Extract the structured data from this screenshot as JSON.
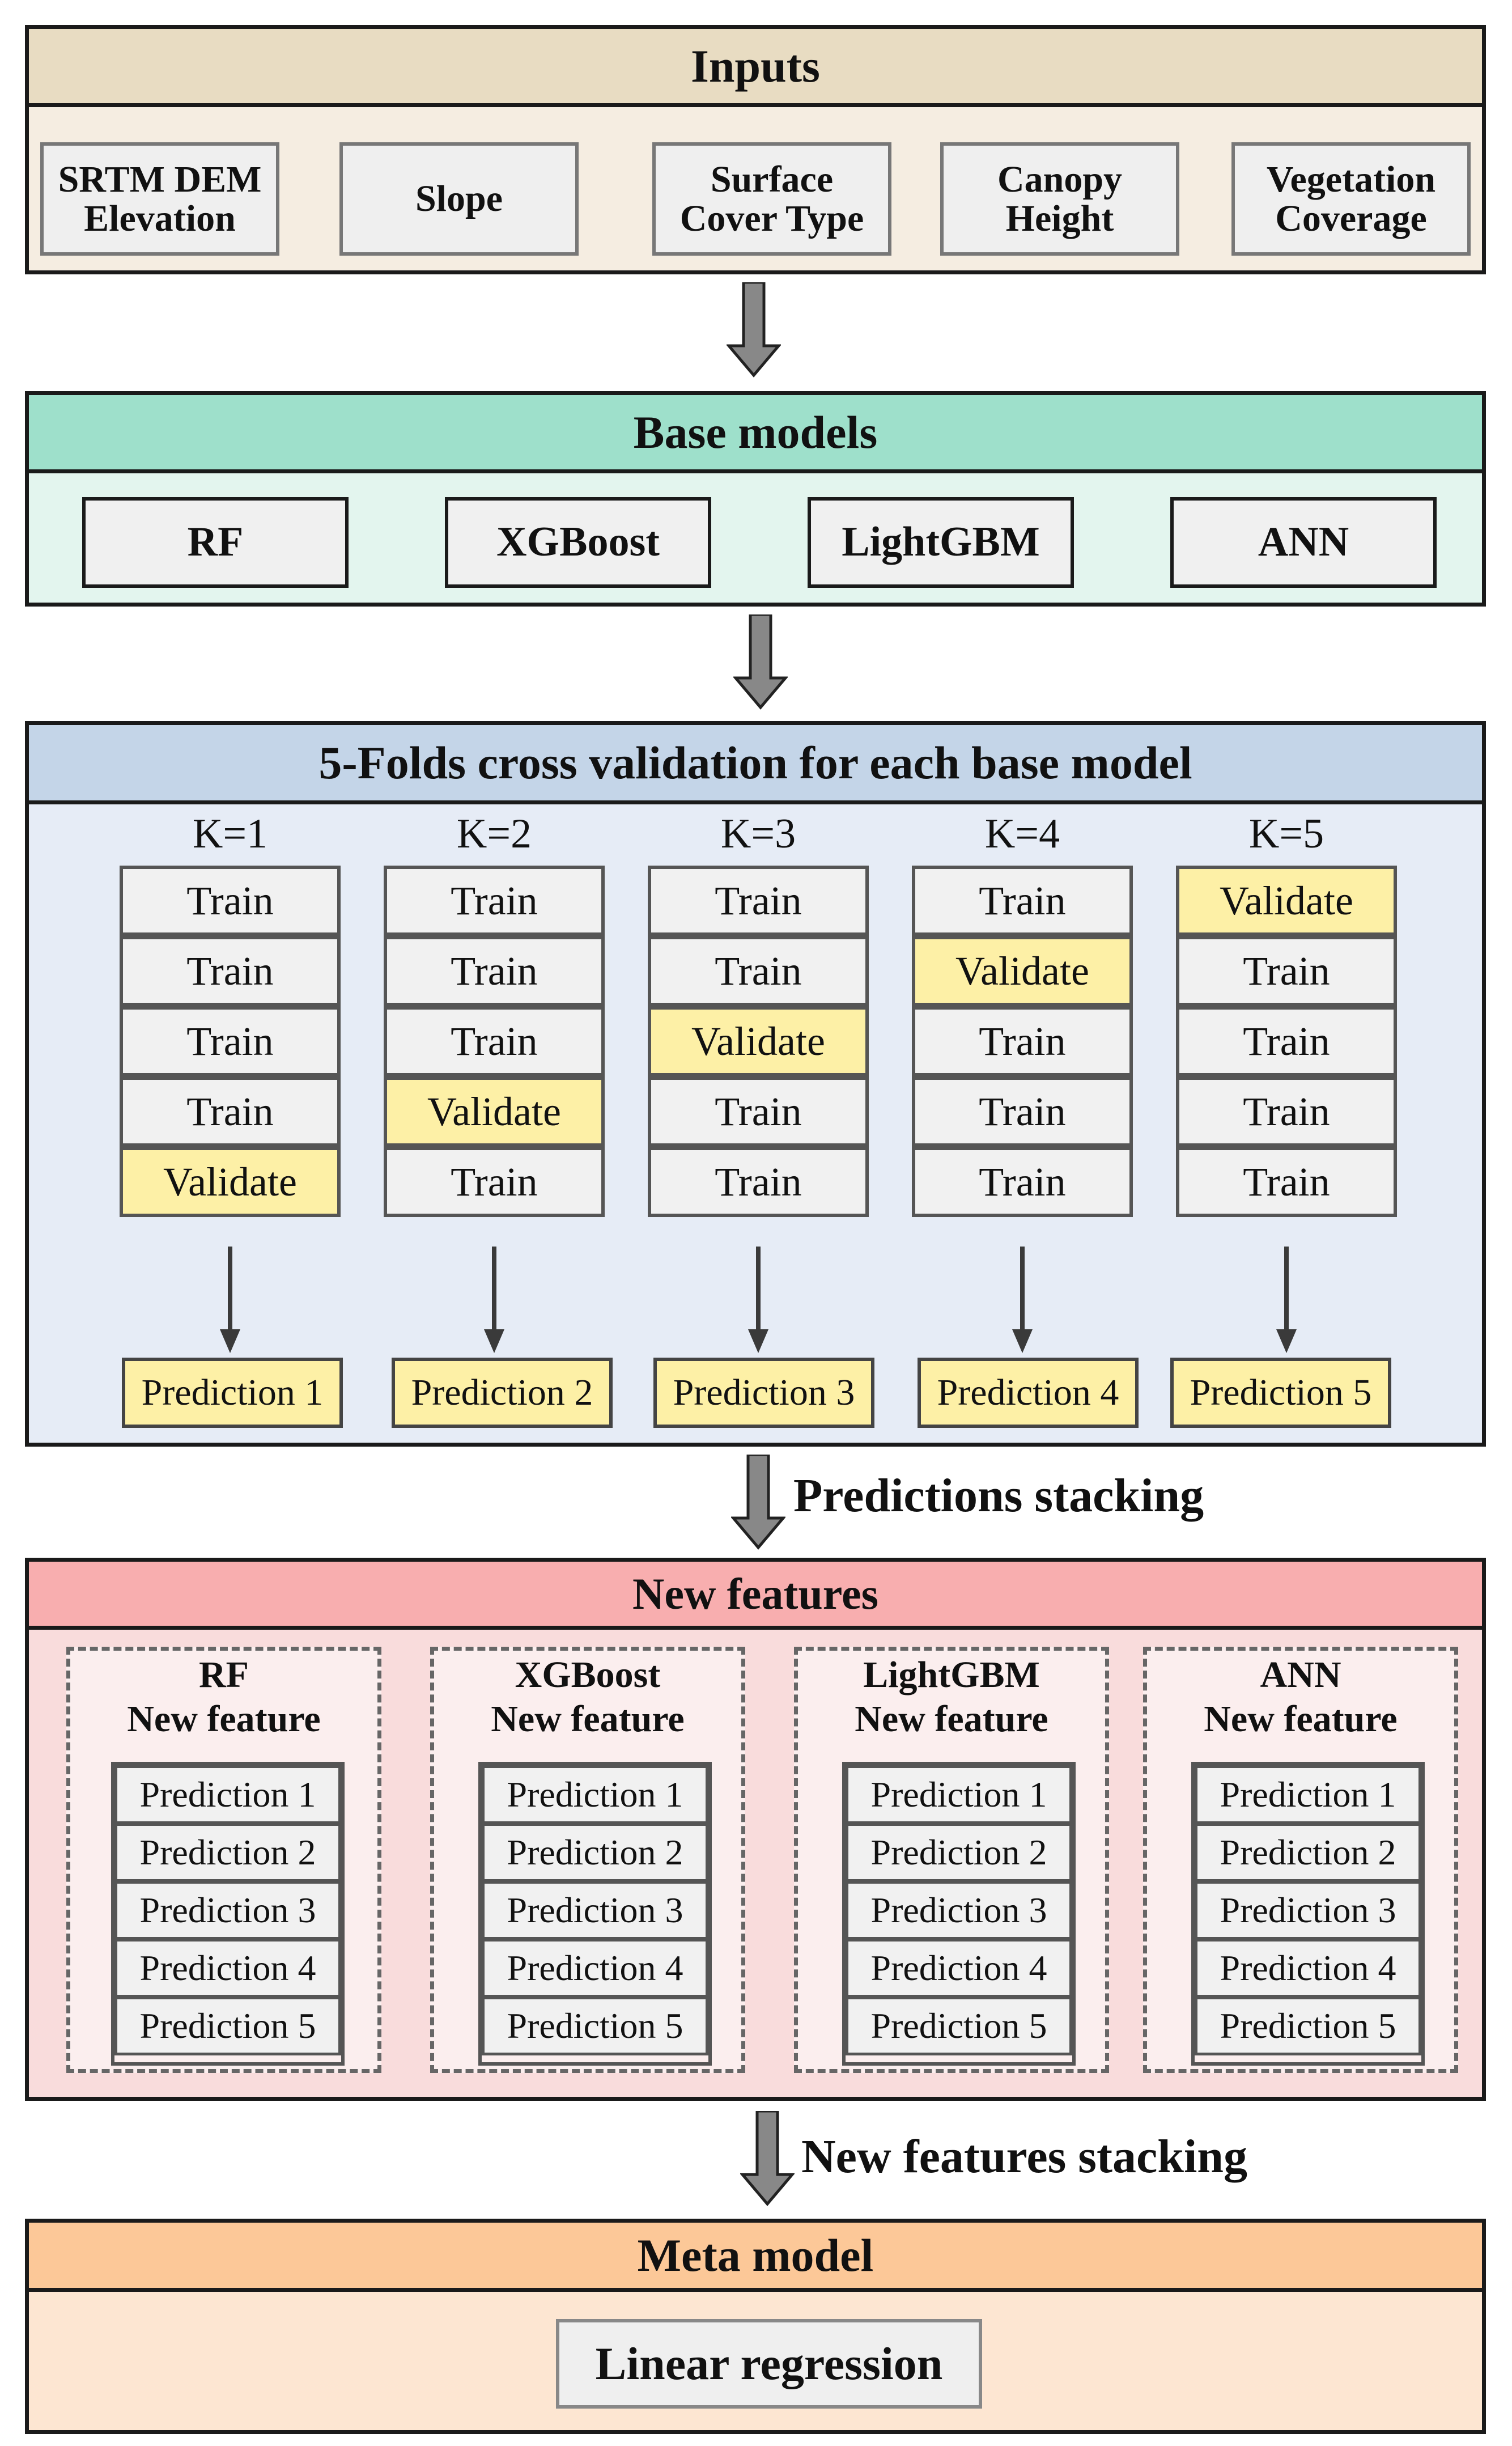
{
  "inputs": {
    "title": "Inputs",
    "items": [
      {
        "line1": "SRTM DEM",
        "line2": "Elevation"
      },
      {
        "line1": "Slope",
        "line2": ""
      },
      {
        "line1": "Surface",
        "line2": "Cover Type"
      },
      {
        "line1": "Canopy",
        "line2": "Height"
      },
      {
        "line1": "Vegetation",
        "line2": "Coverage"
      }
    ]
  },
  "base_models": {
    "title": "Base models",
    "items": [
      "RF",
      "XGBoost",
      "LightGBM",
      "ANN"
    ]
  },
  "cv": {
    "title": "5-Folds cross validation for each base model",
    "folds": [
      {
        "k": "K=1",
        "cells": [
          "Train",
          "Train",
          "Train",
          "Train",
          "Validate"
        ],
        "prediction": "Prediction 1"
      },
      {
        "k": "K=2",
        "cells": [
          "Train",
          "Train",
          "Train",
          "Validate",
          "Train"
        ],
        "prediction": "Prediction 2"
      },
      {
        "k": "K=3",
        "cells": [
          "Train",
          "Train",
          "Validate",
          "Train",
          "Train"
        ],
        "prediction": "Prediction 3"
      },
      {
        "k": "K=4",
        "cells": [
          "Train",
          "Validate",
          "Train",
          "Train",
          "Train"
        ],
        "prediction": "Prediction 4"
      },
      {
        "k": "K=5",
        "cells": [
          "Validate",
          "Train",
          "Train",
          "Train",
          "Train"
        ],
        "prediction": "Prediction 5"
      }
    ]
  },
  "predictions_stacking": "Predictions stacking",
  "new_features": {
    "title": "New features",
    "groups": [
      {
        "model": "RF",
        "subtitle": "New feature",
        "predictions": [
          "Prediction 1",
          "Prediction 2",
          "Prediction 3",
          "Prediction 4",
          "Prediction 5"
        ]
      },
      {
        "model": "XGBoost",
        "subtitle": "New feature",
        "predictions": [
          "Prediction 1",
          "Prediction 2",
          "Prediction 3",
          "Prediction 4",
          "Prediction 5"
        ]
      },
      {
        "model": "LightGBM",
        "subtitle": "New feature",
        "predictions": [
          "Prediction 1",
          "Prediction 2",
          "Prediction 3",
          "Prediction 4",
          "Prediction 5"
        ]
      },
      {
        "model": "ANN",
        "subtitle": "New feature",
        "predictions": [
          "Prediction 1",
          "Prediction 2",
          "Prediction 3",
          "Prediction 4",
          "Prediction 5"
        ]
      }
    ]
  },
  "new_features_stacking": "New features stacking",
  "meta_model": {
    "title": "Meta model",
    "item": "Linear regression"
  },
  "colors": {
    "inputs_header": "#e8dcc2",
    "inputs_body": "#f5ede1",
    "base_header": "#9ee0cb",
    "base_body": "#e3f5ee",
    "cv_header": "#c4d5e8",
    "cv_body": "#e6ecf6",
    "nf_header": "#f8aeaf",
    "nf_body": "#f9dcdc",
    "meta_header": "#fcc898",
    "meta_body": "#fde6d2",
    "validate": "#fdf0a6",
    "arrow": "#888888"
  }
}
